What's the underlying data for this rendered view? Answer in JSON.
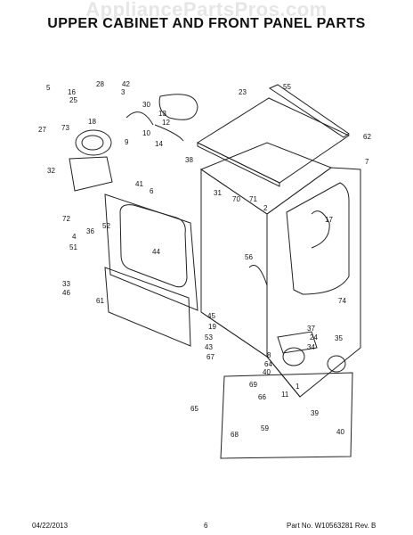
{
  "watermark": "AppliancePartsPros.com",
  "title": "UPPER CABINET AND FRONT PANEL PARTS",
  "footer": {
    "date": "04/22/2013",
    "page": "6",
    "part": "Part No. W10563281 Rev. B"
  },
  "callouts": [
    "5",
    "16",
    "28",
    "42",
    "3",
    "25",
    "30",
    "13",
    "12",
    "27",
    "73",
    "18",
    "10",
    "9",
    "23",
    "55",
    "62",
    "7",
    "14",
    "38",
    "32",
    "41",
    "6",
    "31",
    "70",
    "71",
    "2",
    "72",
    "36",
    "52",
    "4",
    "51",
    "44",
    "56",
    "17",
    "33",
    "46",
    "61",
    "45",
    "19",
    "53",
    "43",
    "8",
    "64",
    "40",
    "67",
    "74",
    "37",
    "24",
    "35",
    "34",
    "65",
    "69",
    "66",
    "68",
    "59",
    "39",
    "40",
    "11",
    "1"
  ]
}
